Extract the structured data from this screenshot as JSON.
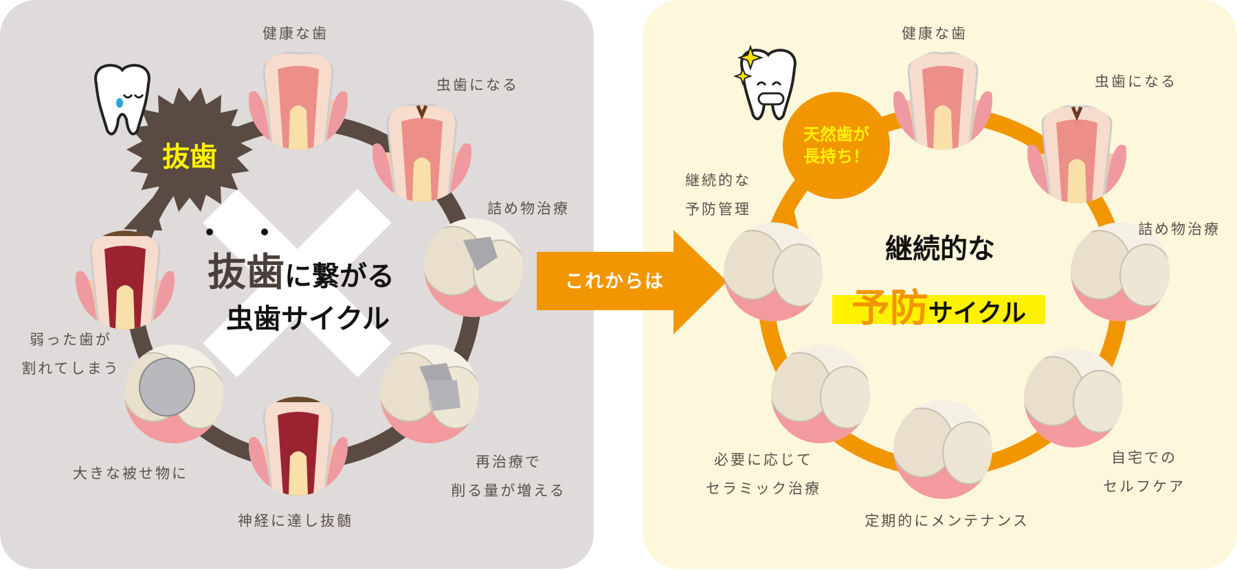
{
  "left_panel": {
    "title_line1_emph": "抜歯",
    "title_line1_rest": "に繋がる",
    "title_line2": "虫歯サイクル",
    "burst_label": "抜歯",
    "mascot": "sad-tooth-icon",
    "steps": [
      {
        "label": "健康な歯",
        "illustration": "healthy-tooth-cross-section"
      },
      {
        "label": "虫歯になる",
        "illustration": "cavity-tooth-cross-section"
      },
      {
        "label": "詰め物治療",
        "illustration": "molar-with-filling"
      },
      {
        "label": "再治療で\n削る量が増える",
        "illustration": "molar-with-larger-filling"
      },
      {
        "label": "神経に達し抜髄",
        "illustration": "nerve-infected-tooth-cross-section"
      },
      {
        "label": "大きな被せ物に",
        "illustration": "molar-with-metal-crown"
      },
      {
        "label": "弱った歯が\n割れてしまう",
        "illustration": "broken-tooth-cross-section"
      }
    ],
    "colors": {
      "background": "#dfdbda",
      "ring": "#594a43",
      "burst": "#594a43",
      "burst_text": "#fff200"
    }
  },
  "transition_arrow": {
    "label": "これからは",
    "color": "#f29600"
  },
  "right_panel": {
    "title_line1": "継続的な",
    "title_line2_emph": "予防",
    "title_line2_rest": "サイクル",
    "badge": "天然歯が\n長持ち！",
    "mascot": "happy-sparkling-tooth-icon",
    "steps": [
      {
        "label": "健康な歯",
        "illustration": "healthy-tooth-cross-section"
      },
      {
        "label": "虫歯になる",
        "illustration": "cavity-tooth-cross-section"
      },
      {
        "label": "詰め物治療",
        "illustration": "molar-with-white-filling"
      },
      {
        "label": "自宅での\nセルフケア",
        "illustration": "healthy-molar"
      },
      {
        "label": "定期的にメンテナンス",
        "illustration": "healthy-molar"
      },
      {
        "label": "必要に応じて\nセラミック治療",
        "illustration": "molar-with-ceramic"
      },
      {
        "label": "継続的な\n予防管理",
        "illustration": "healthy-molar"
      }
    ],
    "colors": {
      "background": "#fdf7dc",
      "ring": "#f29600",
      "badge": "#f29600",
      "badge_text": "#fff200",
      "highlight": "#fff200"
    }
  }
}
